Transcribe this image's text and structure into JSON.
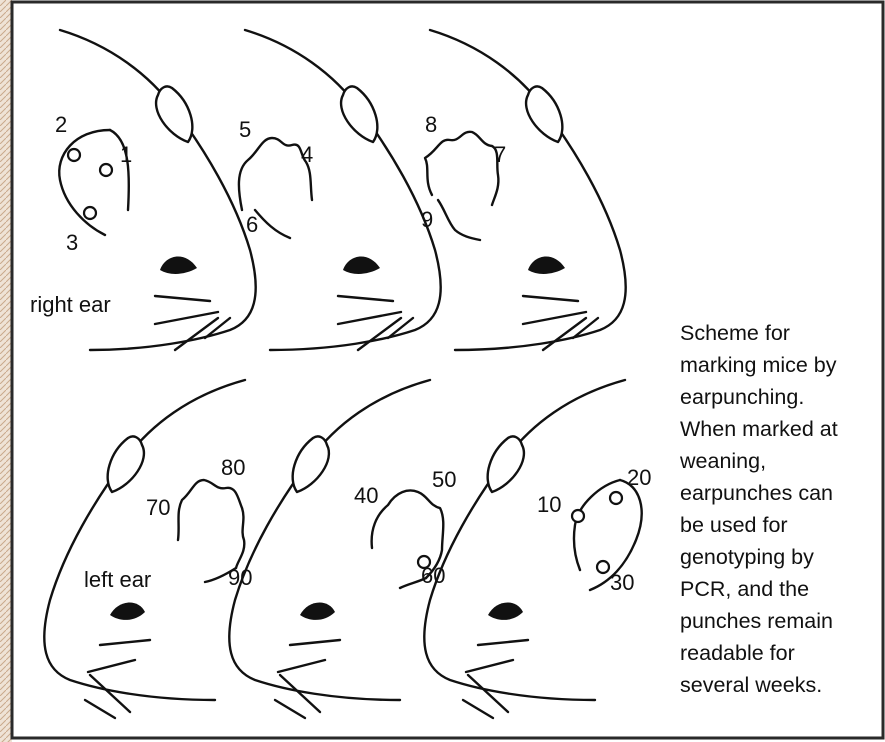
{
  "labels": {
    "right_ear": "right ear",
    "left_ear": "left ear"
  },
  "punch_codes": {
    "p1": "1",
    "p2": "2",
    "p3": "3",
    "p4": "4",
    "p5": "5",
    "p6": "6",
    "p7": "7",
    "p8": "8",
    "p9": "9",
    "p10": "10",
    "p20": "20",
    "p30": "30",
    "p40": "40",
    "p50": "50",
    "p60": "60",
    "p70": "70",
    "p80": "80",
    "p90": "90"
  },
  "caption": {
    "lines": [
      "Scheme for",
      "marking mice by",
      "earpunching.",
      "When marked at",
      "weaning,",
      "earpunches can",
      "be used for",
      "genotyping by",
      "PCR, and the",
      "punches remain",
      "readable for",
      "several weeks."
    ]
  },
  "colors": {
    "ink": "#111111",
    "paper": "#ffffff",
    "margin_hatch": "#c9a98c"
  }
}
